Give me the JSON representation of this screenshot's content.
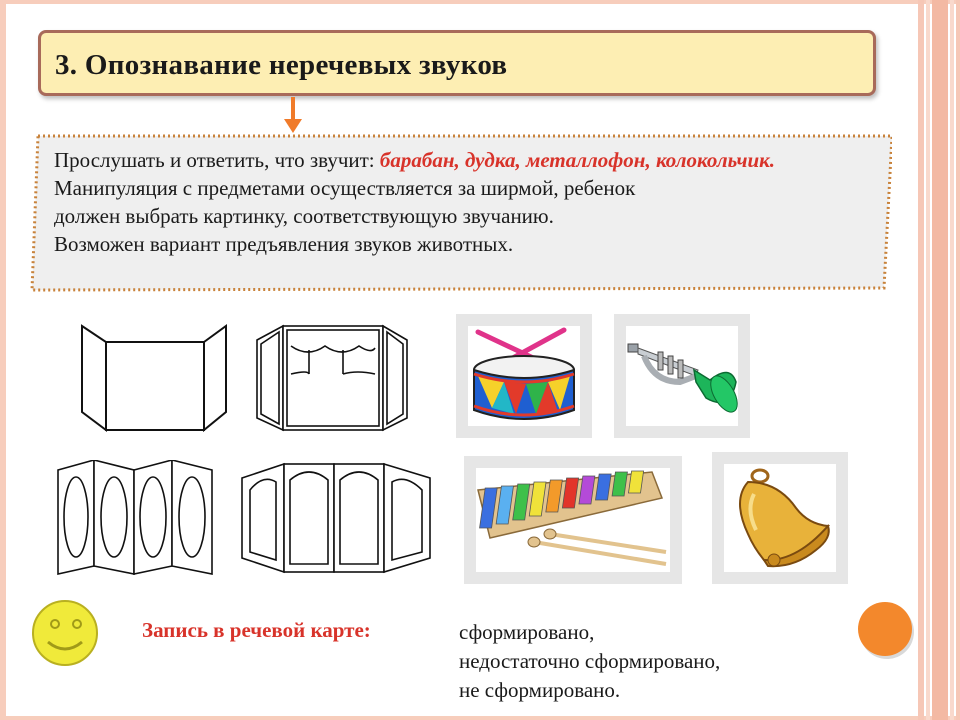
{
  "slide": {
    "title": "3. Опознавание неречевых звуков",
    "instruction_prefix": "Прослушать и ответить, что звучит: ",
    "instruction_items": "барабан, дудка, металлофон, колокольчик.",
    "line2": "Манипуляция с предметами осуществляется за ширмой, ребенок",
    "line3": "должен выбрать картинку, соответствующую звучанию.",
    "line4": "Возможен вариант предъявления звуков животных.",
    "record_label": "Запись в речевой карте:",
    "options": [
      "сформировано,",
      "недостаточно сформировано,",
      "не сформировано."
    ]
  },
  "images": {
    "screens": [
      "screen-plain-icon",
      "screen-curtain-icon",
      "screen-oval-icon",
      "screen-arch-icon"
    ],
    "instruments": [
      "drum-icon",
      "trumpet-icon",
      "xylophone-icon",
      "bell-icon"
    ],
    "smiley": "smiley-icon",
    "dot": "orange-circle-icon"
  },
  "colors": {
    "accent_red": "#d8332a",
    "title_fill": "#fdeeb3",
    "title_border": "#a86a5a",
    "arrow": "#f07b2a",
    "box_border": "#c8823a",
    "smiley": "#f0ea3a",
    "orange_dot": "#f3882c"
  }
}
